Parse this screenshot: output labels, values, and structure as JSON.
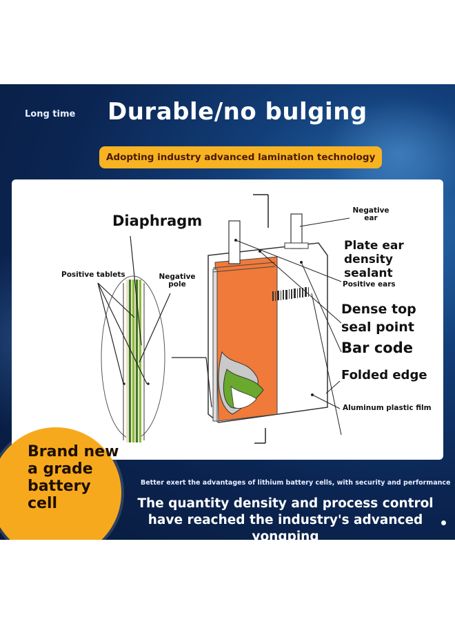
{
  "header": {
    "tag": "Long time",
    "title": "Durable/no bulging",
    "subtitle": "Adopting industry advanced lamination technology"
  },
  "diagram": {
    "labels": {
      "diaphragm": "Diaphragm",
      "positive_tablets": "Positive tablets",
      "negative_pole": "Negative pole",
      "negative_ear": "Negative ear",
      "plate_ear_sealant": "Plate ear density sealant",
      "positive_ears": "Positive ears",
      "dense_top_seal": "Dense top seal point",
      "bar_code": "Bar code",
      "folded_edge": "Folded edge",
      "aluminum_film": "Aluminum plastic film"
    }
  },
  "badge": {
    "text": "Brand new a grade battery cell"
  },
  "footer": {
    "small": "Better exert the advantages of lithium battery cells, with security and performance",
    "big": "The quantity density and process control have reached the industry's advanced yongping"
  },
  "colors": {
    "banner": "#0b2552",
    "accent": "#f7b321",
    "cell_orange": "#f07a3a",
    "layer_green": "#6aa82e"
  }
}
